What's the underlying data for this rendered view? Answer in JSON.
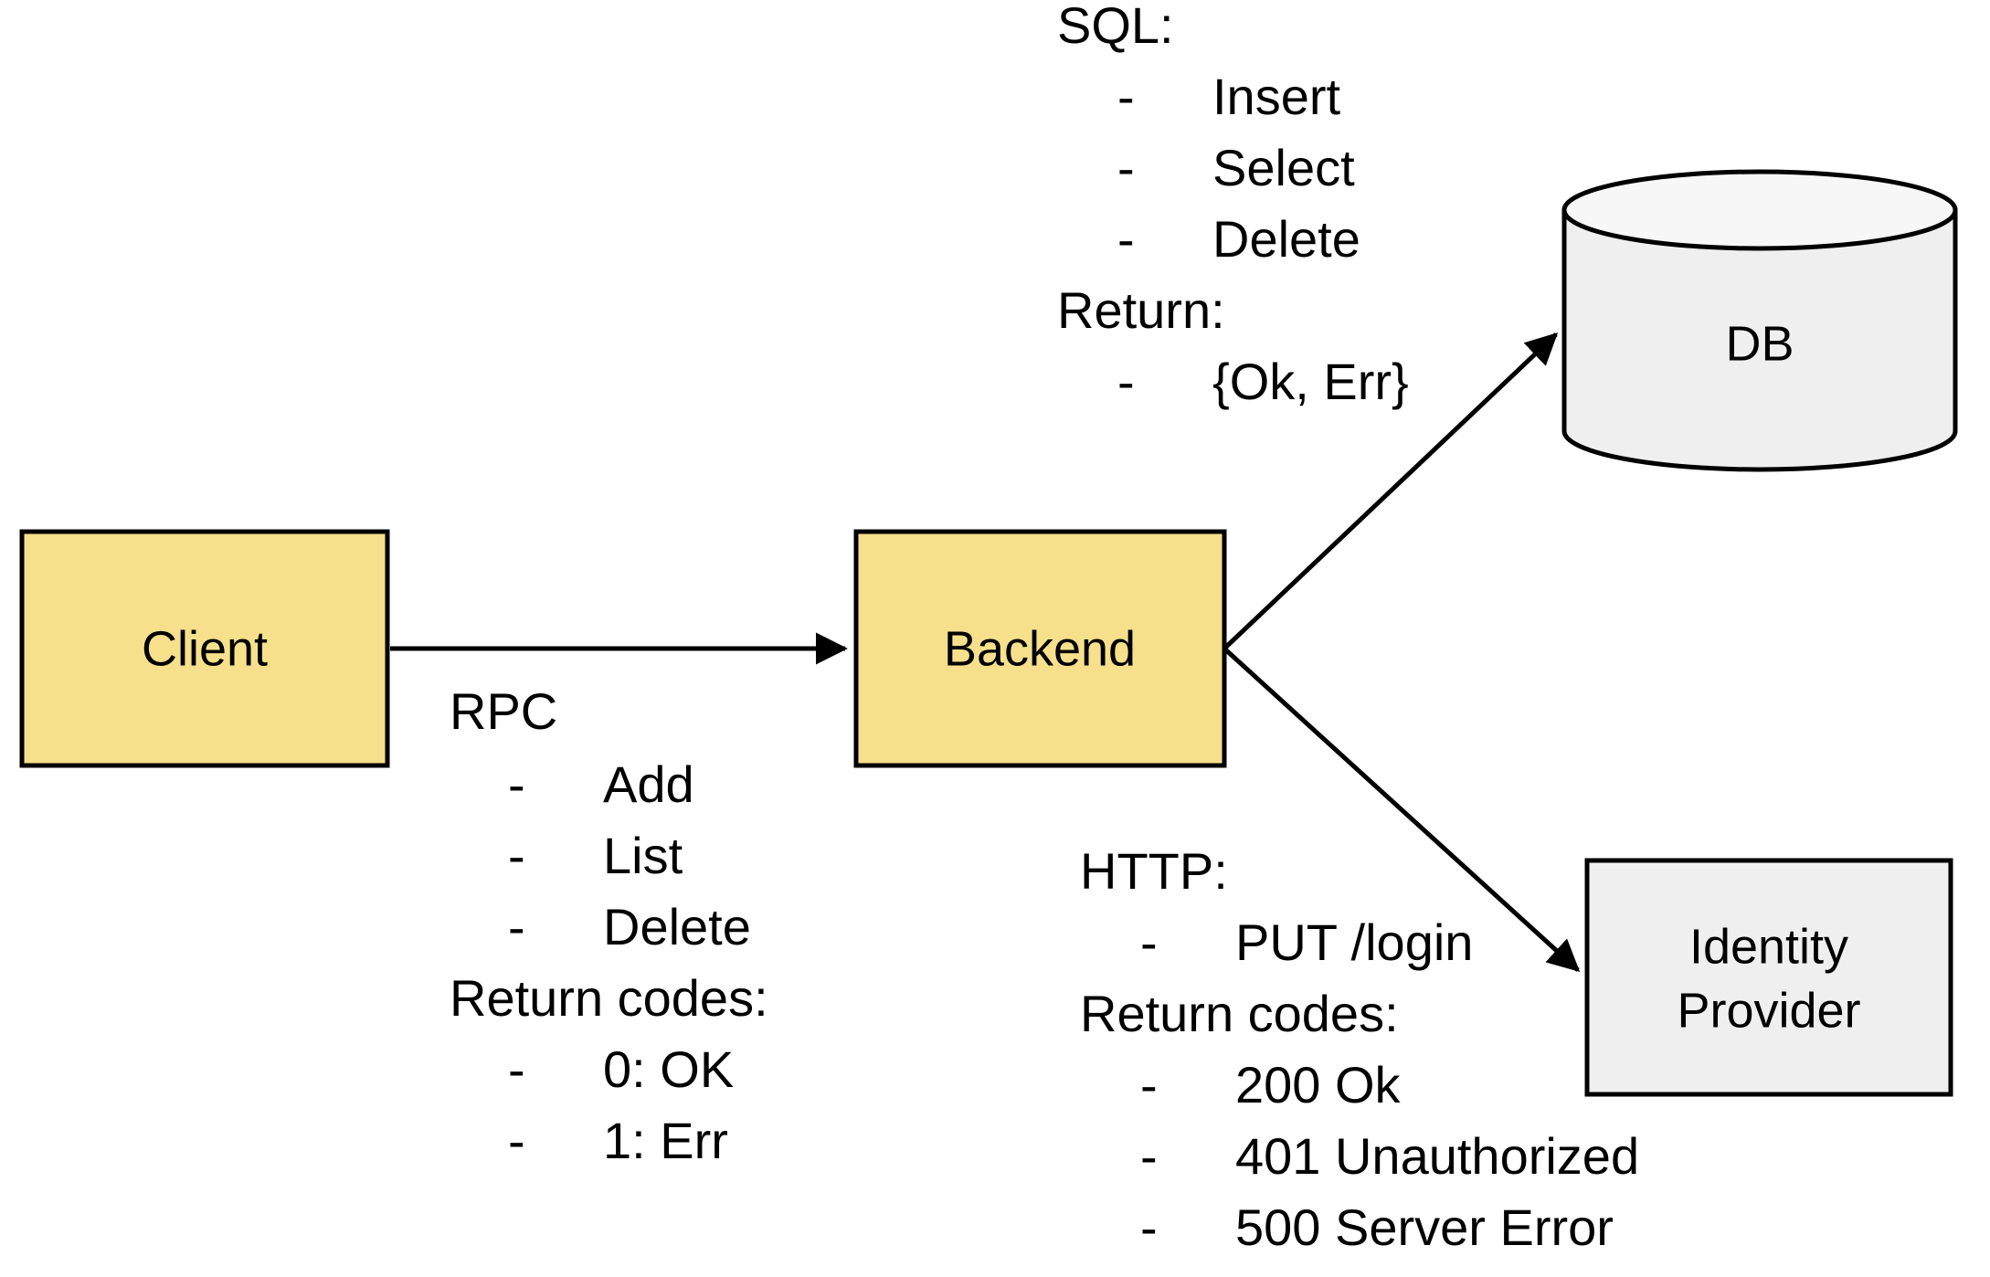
{
  "diagram": {
    "title": "Client / Backend / DB / Identity Provider architecture",
    "colors": {
      "node_yellow": "#F7E08C",
      "node_gray": "#EFEFEF",
      "cylinder_top": "#F7F7F7",
      "stroke": "#000000",
      "background": "#FFFFFF"
    },
    "nodes": {
      "client": {
        "label": "Client"
      },
      "backend": {
        "label": "Backend"
      },
      "db": {
        "label": "DB"
      },
      "identity_provider": {
        "label_line1": "Identity",
        "label_line2": "Provider"
      }
    },
    "annotations": {
      "rpc": {
        "heading": "RPC",
        "items": [
          "Add",
          "List",
          "Delete"
        ],
        "subheading": "Return codes:",
        "sub_items": [
          "0: OK",
          "1: Err"
        ],
        "bullet": "-"
      },
      "sql": {
        "heading": "SQL:",
        "items": [
          "Insert",
          "Select",
          "Delete"
        ],
        "subheading": "Return:",
        "sub_items": [
          "{Ok, Err}"
        ],
        "bullet": "-"
      },
      "http": {
        "heading": "HTTP:",
        "items": [
          "PUT /login"
        ],
        "subheading": "Return codes:",
        "sub_items": [
          "200 Ok",
          "401 Unauthorized",
          "500 Server Error"
        ],
        "bullet": "-"
      }
    },
    "edges": {
      "client_to_backend": {
        "label": "RPC",
        "arrow": "arrow-head-right"
      },
      "backend_to_db": {
        "label": "SQL",
        "arrow": "arrow-head-upright"
      },
      "backend_to_idp": {
        "label": "HTTP",
        "arrow": "arrow-head-downright"
      }
    }
  }
}
